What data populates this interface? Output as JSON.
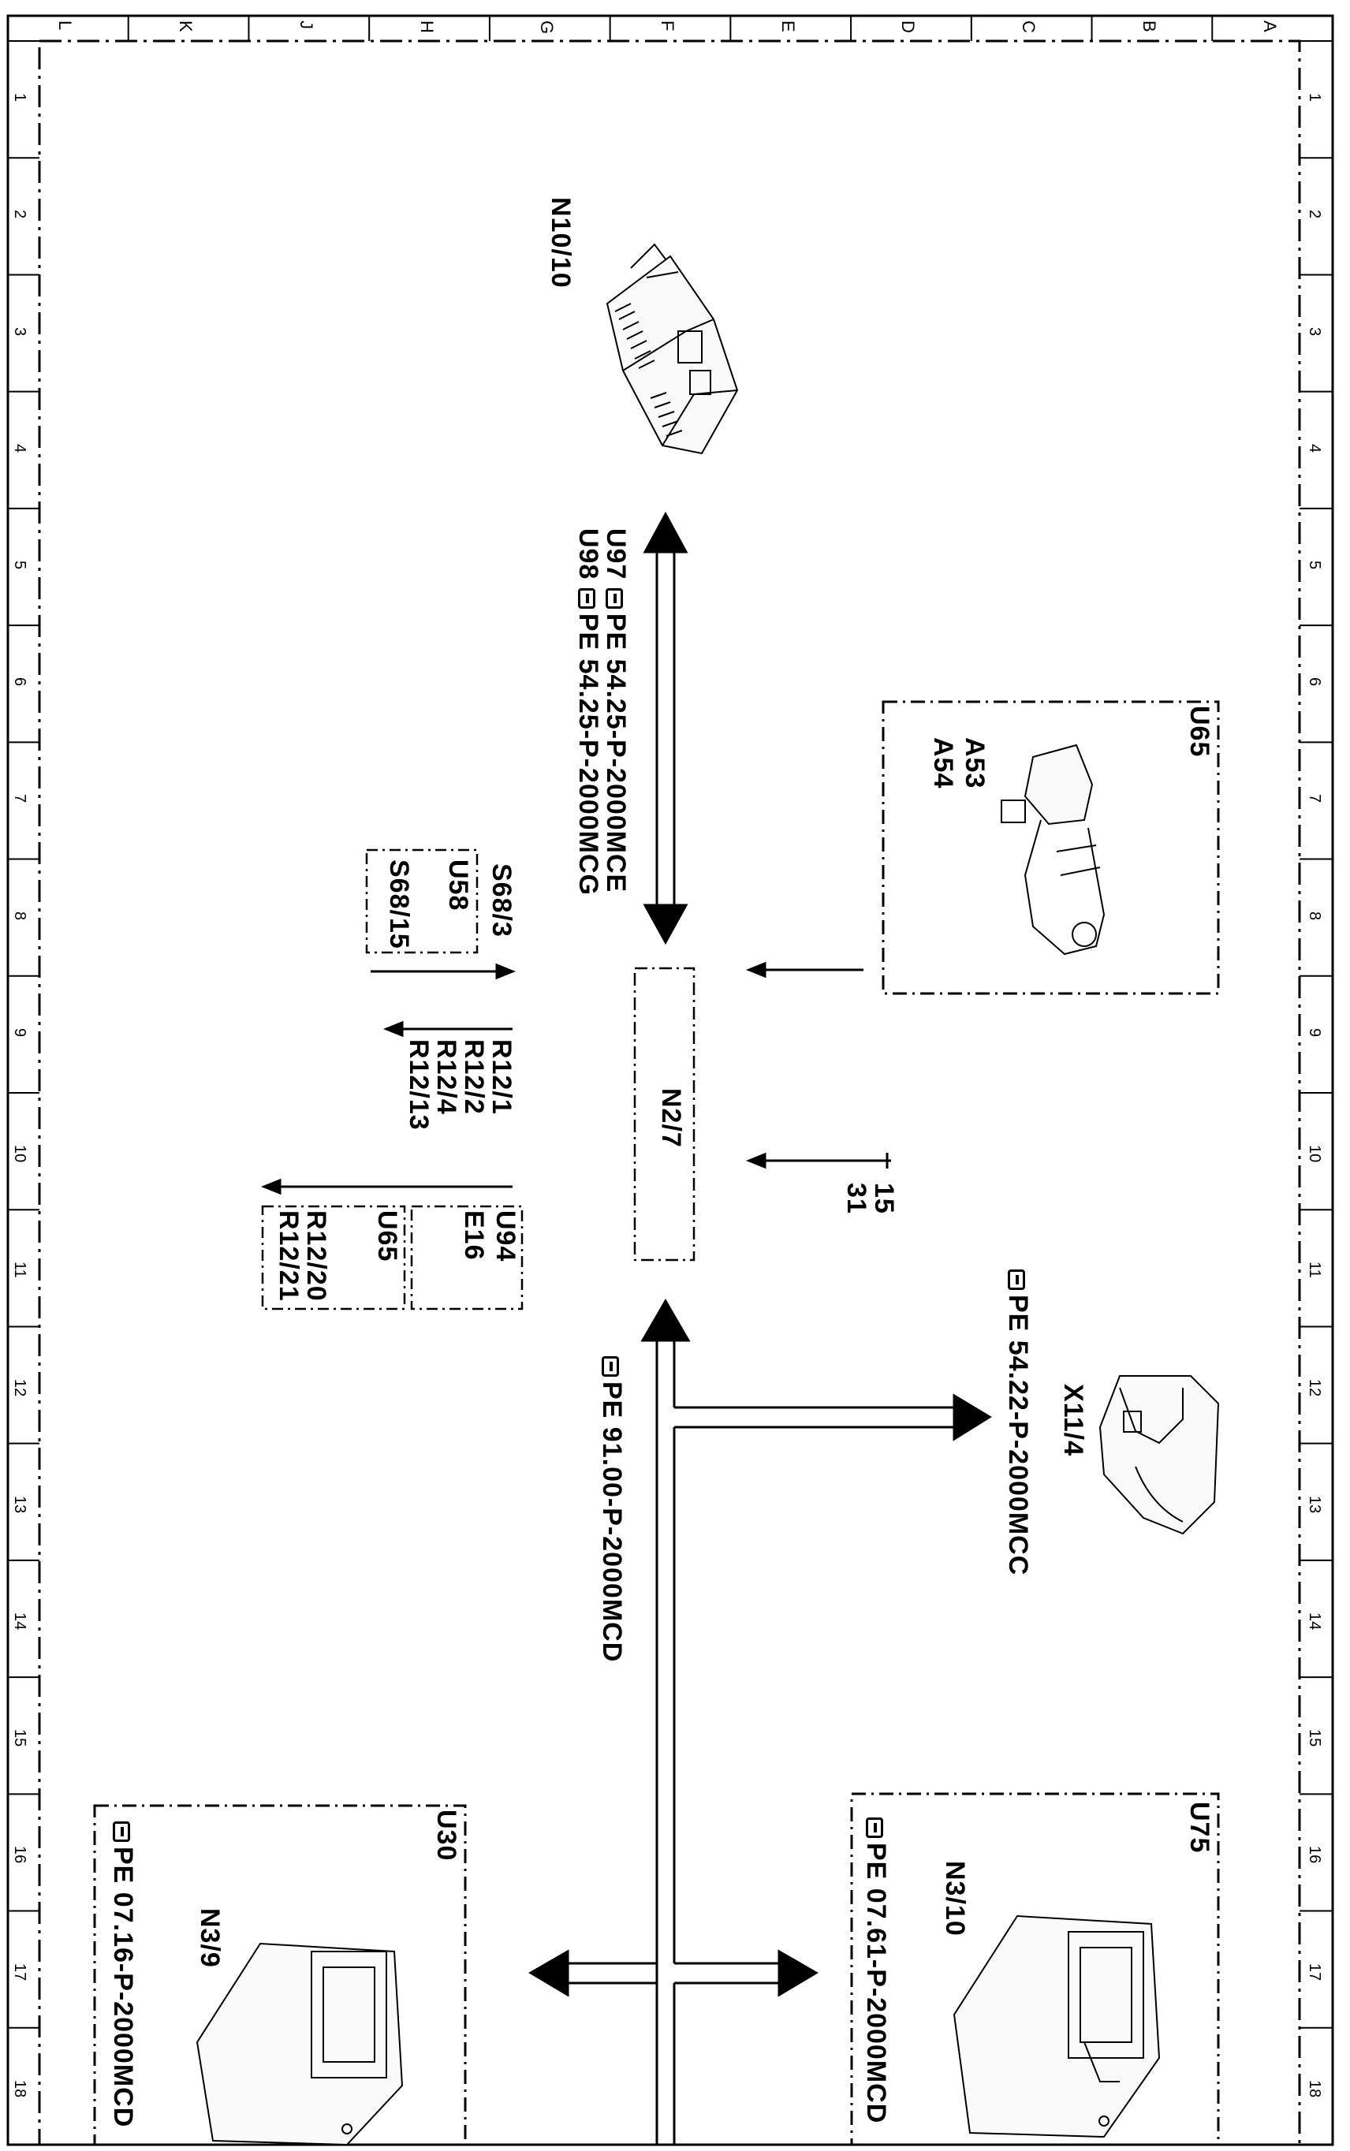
{
  "grid": {
    "columns": [
      "L",
      "K",
      "J",
      "H",
      "G",
      "F",
      "E",
      "D",
      "C",
      "B",
      "A"
    ],
    "rows": [
      "1",
      "2",
      "3",
      "4",
      "5",
      "6",
      "7",
      "8",
      "9",
      "10",
      "11",
      "12",
      "13",
      "14",
      "15",
      "16",
      "17",
      "18"
    ]
  },
  "components": {
    "n10_10": "N10/10",
    "n2_7": "N2/7",
    "x11_4": "X11/4",
    "u65_box": {
      "title": "U65",
      "line1": "A53",
      "line2": "A54"
    },
    "u75_box": {
      "title": "U75",
      "part": "N3/10",
      "ref": "PE 07.61-P-2000MCD"
    },
    "u30_box": {
      "title": "U30",
      "part": "N3/9",
      "ref": "PE 07.16-P-2000MCD"
    }
  },
  "refs": {
    "u97": {
      "code": "U97",
      "ref": "PE  54.25-P-2000MCE"
    },
    "u98": {
      "code": "U98",
      "ref": "PE  54.25-P-2000MCG"
    },
    "x11_ref": "PE  54.22-P-2000MCC",
    "bus_ref": "PE  91.00-P-2000MCD"
  },
  "inputs": {
    "terminals": [
      "15",
      "31"
    ],
    "s68_group": {
      "top": "S68/3",
      "mid": "U58",
      "bottom": "S68/15"
    },
    "r12_group": [
      "R12/1",
      "R12/2",
      "R12/4",
      "R12/13"
    ],
    "u94_group": {
      "box1_title": "U94",
      "box1_item": "E16",
      "box2_title": "U65",
      "box2_items": [
        "R12/20",
        "R12/21"
      ]
    }
  },
  "colors": {
    "line": "#000000",
    "background": "#ffffff"
  }
}
